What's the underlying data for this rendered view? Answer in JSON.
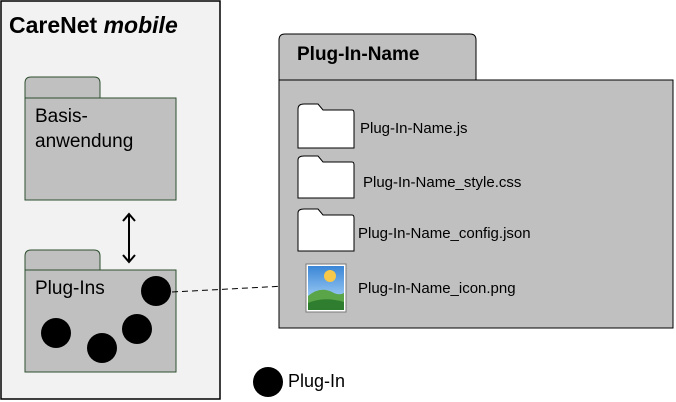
{
  "app": {
    "title_main": "CareNet",
    "title_em": "mobile"
  },
  "packages": {
    "basis": {
      "label": "Basis-anwendung"
    },
    "plugins": {
      "label": "Plug-Ins"
    },
    "plugin_detail": {
      "title": "Plug-In-Name"
    }
  },
  "files": [
    {
      "name": "Plug-In-Name.js",
      "icon": "folder-icon"
    },
    {
      "name": "Plug-In-Name_style.css",
      "icon": "folder-icon"
    },
    {
      "name": "Plug-In-Name_config.json",
      "icon": "folder-icon"
    },
    {
      "name": "Plug-In-Name_icon.png",
      "icon": "image-icon"
    }
  ],
  "legend": {
    "label": "Plug-In",
    "symbol": "black-circle"
  },
  "colors": {
    "container_fill": "#f2f2f2",
    "package_fill": "#c0c0c0",
    "package_border": "#2f4f2f",
    "plugin_dot": "#000000"
  }
}
